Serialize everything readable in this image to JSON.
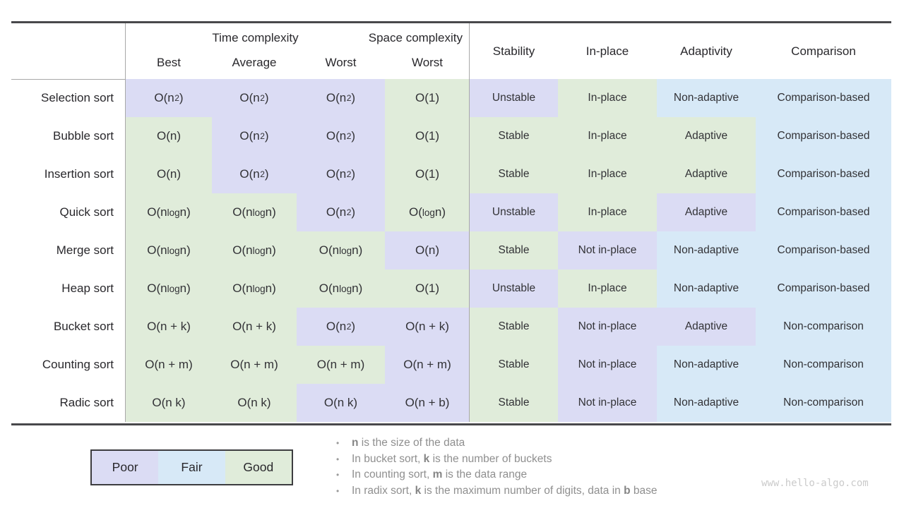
{
  "colors": {
    "poor": "#dbdcf4",
    "fair": "#d7e9f7",
    "good": "#e0ecda"
  },
  "chart_data": {
    "type": "table",
    "col_group_labels": {
      "time": "Time complexity",
      "space": "Space complexity"
    },
    "sub_headers": [
      "Best",
      "Average",
      "Worst",
      "Worst"
    ],
    "property_headers": [
      "Stability",
      "In-place",
      "Adaptivity",
      "Comparison"
    ],
    "grade_scale": [
      "Poor",
      "Fair",
      "Good"
    ],
    "rows": [
      {
        "name": "Selection sort",
        "cells": [
          [
            "O(n²)",
            "poor"
          ],
          [
            "O(n²)",
            "poor"
          ],
          [
            "O(n²)",
            "poor"
          ],
          [
            "O(1)",
            "good"
          ],
          [
            "Unstable",
            "poor"
          ],
          [
            "In-place",
            "good"
          ],
          [
            "Non-adaptive",
            "fair"
          ],
          [
            "Comparison-based",
            "fair"
          ]
        ]
      },
      {
        "name": "Bubble sort",
        "cells": [
          [
            "O(n)",
            "good"
          ],
          [
            "O(n²)",
            "poor"
          ],
          [
            "O(n²)",
            "poor"
          ],
          [
            "O(1)",
            "good"
          ],
          [
            "Stable",
            "good"
          ],
          [
            "In-place",
            "good"
          ],
          [
            "Adaptive",
            "good"
          ],
          [
            "Comparison-based",
            "fair"
          ]
        ]
      },
      {
        "name": "Insertion sort",
        "cells": [
          [
            "O(n)",
            "good"
          ],
          [
            "O(n²)",
            "poor"
          ],
          [
            "O(n²)",
            "poor"
          ],
          [
            "O(1)",
            "good"
          ],
          [
            "Stable",
            "good"
          ],
          [
            "In-place",
            "good"
          ],
          [
            "Adaptive",
            "good"
          ],
          [
            "Comparison-based",
            "fair"
          ]
        ]
      },
      {
        "name": "Quick sort",
        "cells": [
          [
            "O(n log n)",
            "good"
          ],
          [
            "O(n log n)",
            "good"
          ],
          [
            "O(n²)",
            "poor"
          ],
          [
            "O(log n)",
            "good"
          ],
          [
            "Unstable",
            "poor"
          ],
          [
            "In-place",
            "good"
          ],
          [
            "Adaptive",
            "poor"
          ],
          [
            "Comparison-based",
            "fair"
          ]
        ]
      },
      {
        "name": "Merge sort",
        "cells": [
          [
            "O(n log n)",
            "good"
          ],
          [
            "O(n log n)",
            "good"
          ],
          [
            "O(n log n)",
            "good"
          ],
          [
            "O(n)",
            "poor"
          ],
          [
            "Stable",
            "good"
          ],
          [
            "Not in-place",
            "poor"
          ],
          [
            "Non-adaptive",
            "fair"
          ],
          [
            "Comparison-based",
            "fair"
          ]
        ]
      },
      {
        "name": "Heap sort",
        "cells": [
          [
            "O(n log n)",
            "good"
          ],
          [
            "O(n log n)",
            "good"
          ],
          [
            "O(n log n)",
            "good"
          ],
          [
            "O(1)",
            "good"
          ],
          [
            "Unstable",
            "poor"
          ],
          [
            "In-place",
            "good"
          ],
          [
            "Non-adaptive",
            "fair"
          ],
          [
            "Comparison-based",
            "fair"
          ]
        ]
      },
      {
        "name": "Bucket sort",
        "cells": [
          [
            "O(n + k)",
            "good"
          ],
          [
            "O(n + k)",
            "good"
          ],
          [
            "O(n²)",
            "poor"
          ],
          [
            "O(n + k)",
            "poor"
          ],
          [
            "Stable",
            "good"
          ],
          [
            "Not in-place",
            "poor"
          ],
          [
            "Adaptive",
            "poor"
          ],
          [
            "Non-comparison",
            "fair"
          ]
        ]
      },
      {
        "name": "Counting sort",
        "cells": [
          [
            "O(n + m)",
            "good"
          ],
          [
            "O(n + m)",
            "good"
          ],
          [
            "O(n + m)",
            "good"
          ],
          [
            "O(n + m)",
            "poor"
          ],
          [
            "Stable",
            "good"
          ],
          [
            "Not in-place",
            "poor"
          ],
          [
            "Non-adaptive",
            "fair"
          ],
          [
            "Non-comparison",
            "fair"
          ]
        ]
      },
      {
        "name": "Radic sort",
        "cells": [
          [
            "O(n k)",
            "good"
          ],
          [
            "O(n k)",
            "good"
          ],
          [
            "O(n k)",
            "poor"
          ],
          [
            "O(n + b)",
            "poor"
          ],
          [
            "Stable",
            "good"
          ],
          [
            "Not in-place",
            "poor"
          ],
          [
            "Non-adaptive",
            "fair"
          ],
          [
            "Non-comparison",
            "fair"
          ]
        ]
      }
    ]
  },
  "legend": {
    "items": [
      {
        "label": "Poor",
        "grade": "poor"
      },
      {
        "label": "Fair",
        "grade": "fair"
      },
      {
        "label": "Good",
        "grade": "good"
      }
    ]
  },
  "notes": [
    [
      {
        "t": "n",
        "b": true
      },
      {
        "t": " is the size of the data"
      }
    ],
    [
      {
        "t": "In bucket sort, "
      },
      {
        "t": "k",
        "b": true
      },
      {
        "t": " is the number of buckets"
      }
    ],
    [
      {
        "t": "In counting sort, "
      },
      {
        "t": "m",
        "b": true
      },
      {
        "t": " is the data range"
      }
    ],
    [
      {
        "t": "In radix sort, "
      },
      {
        "t": "k",
        "b": true
      },
      {
        "t": " is the maximum number of digits, data in "
      },
      {
        "t": "b",
        "b": true
      },
      {
        "t": " base"
      }
    ]
  ],
  "watermark": "www.hello-algo.com"
}
